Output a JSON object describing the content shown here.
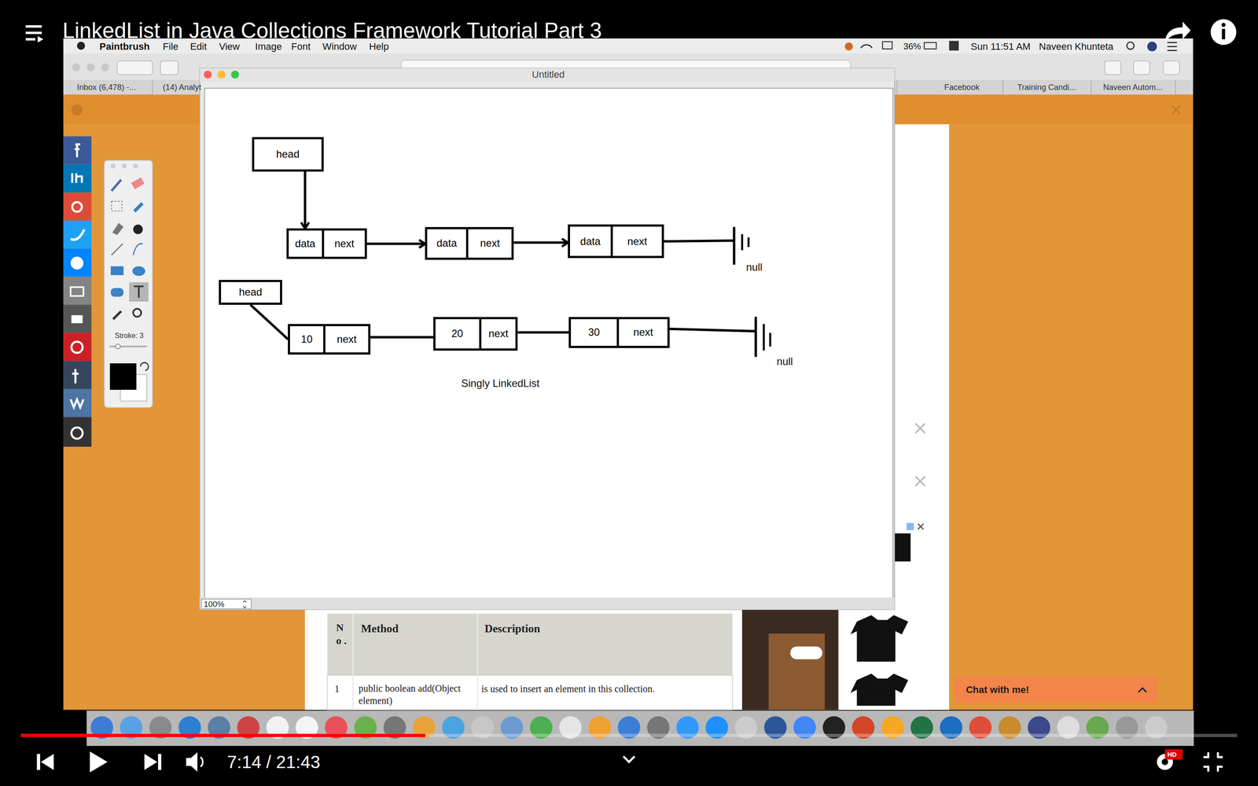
{
  "diagram": {
    "title": "LinkedList in Java Collections Framework Tutorial Part 3",
    "caption": "Singly LinkedList",
    "nodes": [
      {
        "text": [
          "head"
        ]
      },
      {
        "text": [
          "data",
          "next"
        ]
      },
      {
        "text": [
          "data",
          "next"
        ]
      },
      {
        "text": [
          "data",
          "next"
        ]
      },
      {
        "text": [
          "head"
        ]
      },
      {
        "text": [
          "10",
          "next"
        ]
      },
      {
        "text": [
          "20",
          "next"
        ]
      },
      {
        "text": [
          "30",
          "next"
        ]
      }
    ],
    "edges": [
      {
        "from": 0,
        "to": 1,
        "arrow": "to"
      },
      {
        "from": 1,
        "to": 2,
        "arrow": "to"
      },
      {
        "from": 2,
        "to": 3,
        "arrow": "to"
      },
      {
        "from": 4,
        "to": 5,
        "arrow": "none"
      },
      {
        "from": 5,
        "to": 6,
        "arrow": "none"
      },
      {
        "from": 6,
        "to": 7,
        "arrow": "none"
      }
    ],
    "labels": [
      "Paintbrush",
      "File",
      "Edit",
      "View",
      "Image",
      "Font",
      "Window",
      "Help",
      "36%",
      "Sun 11:51 AM",
      "Naveen Khunteta",
      "Inbox (6,478) -...",
      "(14) Analyt",
      "Facebook",
      "Training Candi...",
      "Naveen Autom...",
      "Untitled",
      "Stroke: 3",
      "100%",
      "null",
      "null",
      "N o .",
      "Method",
      "Description",
      "1",
      "public boolean add(Object element)",
      "is used to insert an element in this collection.",
      "Chat with me!",
      "7:14 / 21:43",
      "HD"
    ]
  }
}
